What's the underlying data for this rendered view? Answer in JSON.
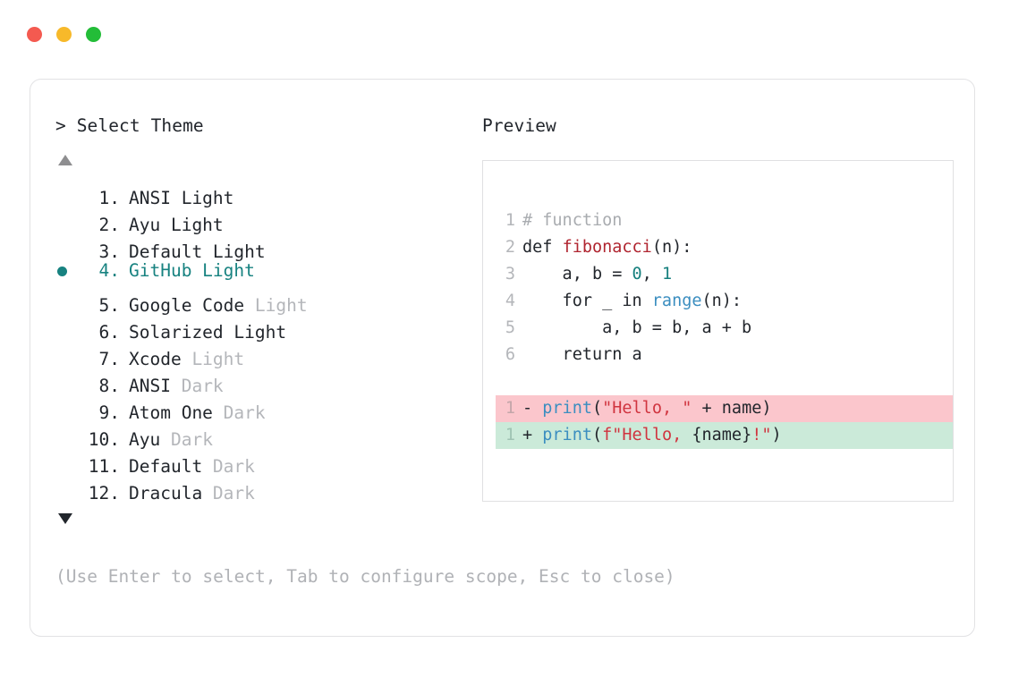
{
  "window": {
    "traffic_lights": [
      {
        "name": "close-button",
        "color": "#f45a50"
      },
      {
        "name": "minimize-button",
        "color": "#f7b92a"
      },
      {
        "name": "maximize-button",
        "color": "#23bd38"
      }
    ]
  },
  "left_pane": {
    "prompt_symbol": ">",
    "title": "Select Theme",
    "scroll_up_indicator": "▲",
    "scroll_down_indicator": "▼",
    "selected_index": 4,
    "items": [
      {
        "index": "1.",
        "name": "ANSI Light",
        "suffix": "",
        "selected": false
      },
      {
        "index": "2.",
        "name": "Ayu Light",
        "suffix": "",
        "selected": false
      },
      {
        "index": "3.",
        "name": "Default Light",
        "suffix": "",
        "selected": false
      },
      {
        "index": "4.",
        "name": "GitHub Light",
        "suffix": "",
        "selected": true
      },
      {
        "index": "5.",
        "name": "Google Code",
        "suffix": "Light",
        "selected": false
      },
      {
        "index": "6.",
        "name": "Solarized Light",
        "suffix": "",
        "selected": false
      },
      {
        "index": "7.",
        "name": "Xcode",
        "suffix": "Light",
        "selected": false
      },
      {
        "index": "8.",
        "name": "ANSI",
        "suffix": "Dark",
        "selected": false
      },
      {
        "index": "9.",
        "name": "Atom One",
        "suffix": "Dark",
        "selected": false
      },
      {
        "index": "10.",
        "name": "Ayu",
        "suffix": "Dark",
        "selected": false
      },
      {
        "index": "11.",
        "name": "Default",
        "suffix": "Dark",
        "selected": false
      },
      {
        "index": "12.",
        "name": "Dracula",
        "suffix": "Dark",
        "selected": false
      }
    ]
  },
  "right_pane": {
    "title": "Preview",
    "code_lines": [
      {
        "ln": "1",
        "tokens": [
          {
            "t": "# function",
            "c": "comment"
          }
        ]
      },
      {
        "ln": "2",
        "tokens": [
          {
            "t": "def ",
            "c": "plain"
          },
          {
            "t": "fibonacci",
            "c": "func"
          },
          {
            "t": "(n):",
            "c": "plain"
          }
        ]
      },
      {
        "ln": "3",
        "tokens": [
          {
            "t": "    a, b = ",
            "c": "plain"
          },
          {
            "t": "0",
            "c": "num"
          },
          {
            "t": ", ",
            "c": "plain"
          },
          {
            "t": "1",
            "c": "num"
          }
        ]
      },
      {
        "ln": "4",
        "tokens": [
          {
            "t": "    for _ in ",
            "c": "plain"
          },
          {
            "t": "range",
            "c": "builtin"
          },
          {
            "t": "(n):",
            "c": "plain"
          }
        ]
      },
      {
        "ln": "5",
        "tokens": [
          {
            "t": "        a, b = b, a + b",
            "c": "plain"
          }
        ]
      },
      {
        "ln": "6",
        "tokens": [
          {
            "t": "    return a",
            "c": "plain"
          }
        ]
      }
    ],
    "diff_lines": [
      {
        "ln": "1",
        "kind": "del",
        "sign": "-",
        "tokens": [
          {
            "t": "print",
            "c": "builtin"
          },
          {
            "t": "(",
            "c": "plain"
          },
          {
            "t": "\"Hello, \"",
            "c": "str"
          },
          {
            "t": " + name)",
            "c": "plain"
          }
        ]
      },
      {
        "ln": "1",
        "kind": "add",
        "sign": "+",
        "tokens": [
          {
            "t": "print",
            "c": "builtin"
          },
          {
            "t": "(",
            "c": "plain"
          },
          {
            "t": "f\"Hello, ",
            "c": "str"
          },
          {
            "t": "{name}",
            "c": "plain"
          },
          {
            "t": "!\"",
            "c": "str"
          },
          {
            "t": ")",
            "c": "plain"
          }
        ]
      }
    ]
  },
  "footer": {
    "hint": "(Use Enter to select, Tab to configure scope, Esc to close)"
  },
  "colors": {
    "accent_teal": "#178280",
    "text_primary": "#22262c",
    "text_muted": "#b4b6ba",
    "diff_delete_bg": "#fbc6cc",
    "diff_add_bg": "#cbead9",
    "string_red": "#d0343f",
    "builtin_blue": "#3b8ec0",
    "func_red": "#b02530",
    "number_teal": "#157f7d",
    "border": "#e2e2e4"
  }
}
